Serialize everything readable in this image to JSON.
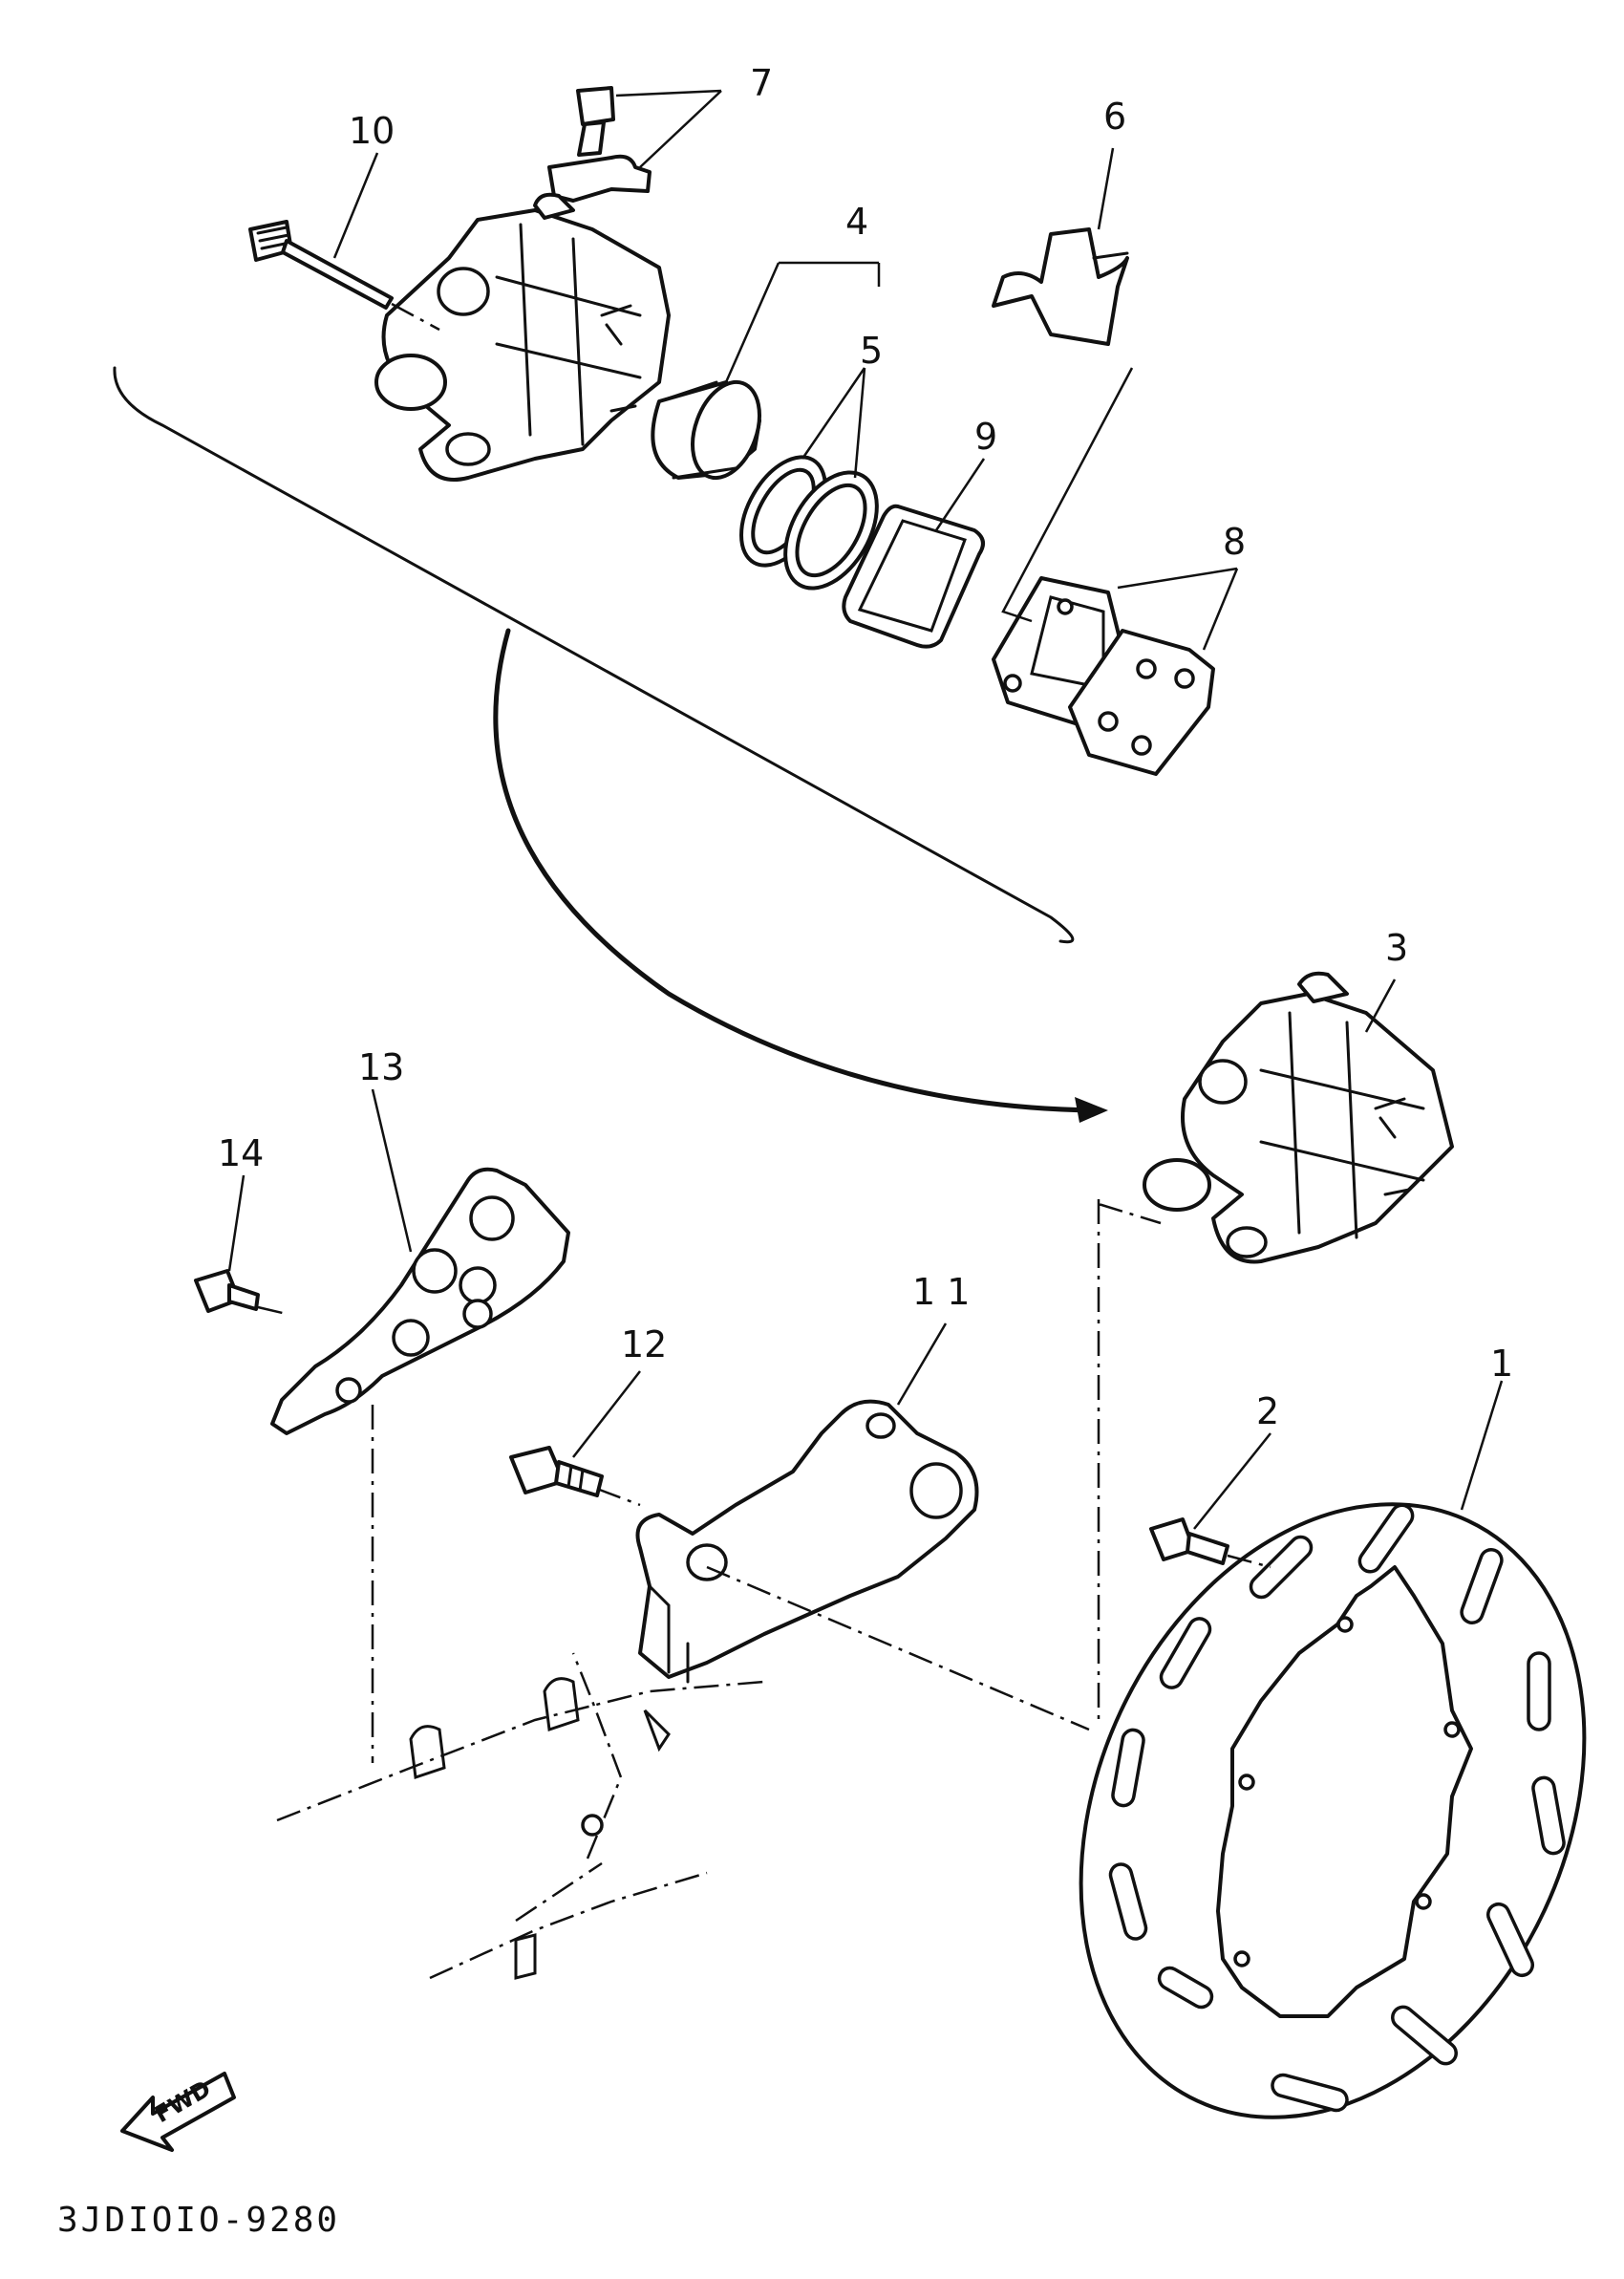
{
  "callouts": {
    "c1": "1",
    "c2": "2",
    "c3": "3",
    "c4": "4",
    "c5": "5",
    "c6": "6",
    "c7": "7",
    "c8": "8",
    "c9": "9",
    "c10": "10",
    "c11": "1 1",
    "c12": "12",
    "c13": "13",
    "c14": "14"
  },
  "fwd_label": "FWD",
  "diagram_code": "3JDIOIO-9280"
}
